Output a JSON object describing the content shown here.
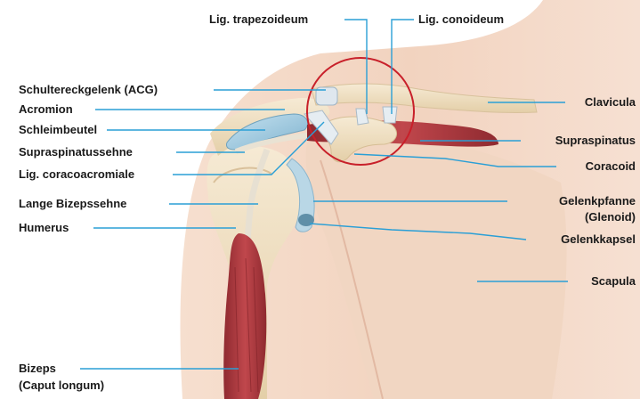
{
  "labels": {
    "lig_trapezoideum": "Lig. trapezoideum",
    "lig_conoideum": "Lig. conoideum",
    "schultereckgelenk": "Schultereckgelenk (ACG)",
    "acromion": "Acromion",
    "schleimbeutel": "Schleimbeutel",
    "supraspinatussehne": "Supraspinatussehne",
    "lig_coracoacromiale": "Lig. coracoacromiale",
    "lange_bizepssehne": "Lange Bizepssehne",
    "humerus": "Humerus",
    "bizeps_1": "Bizeps",
    "bizeps_2": "(Caput longum)",
    "clavicula": "Clavicula",
    "supraspinatus": "Supraspinatus",
    "coracoid": "Coracoid",
    "gelenkpfanne_1": "Gelenkpfanne",
    "gelenkpfanne_2": "(Glenoid)",
    "gelenkkapsel": "Gelenkkapsel",
    "scapula": "Scapula"
  },
  "colors": {
    "leader_line": "#2a9fd6",
    "highlight_circle": "#c8202a",
    "skin": "#f2d2bd",
    "bone": "#efe0c4",
    "muscle": "#a8383e",
    "bursa": "#a9cfe3"
  }
}
